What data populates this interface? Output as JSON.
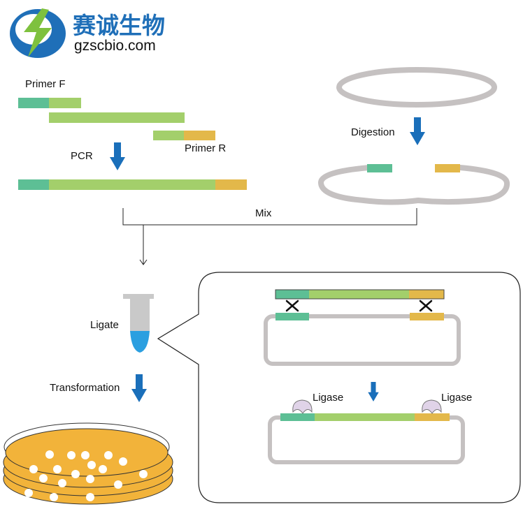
{
  "brand": {
    "name_cn": "赛诚生物",
    "domain": "gzscbio.com"
  },
  "labels": {
    "primer_f": "Primer F",
    "primer_r": "Primer R",
    "pcr": "PCR",
    "digestion": "Digestion",
    "mix": "Mix",
    "ligate": "Ligate",
    "transformation": "Transformation",
    "ligase_left": "Ligase",
    "ligase_right": "Ligase"
  },
  "colors": {
    "teal": "#5dbf95",
    "light_green": "#a3cf6b",
    "gold": "#e3b84a",
    "plasmid_gray": "#c5c1c1",
    "arrow_blue": "#1a6fba",
    "ligase_lilac": "#e0d3e8",
    "plate_fill": "#f2b33a",
    "tube_blue": "#2b9fe0",
    "tube_gray": "#c9c9c9",
    "brand_blue": "#1f6fb8",
    "brand_green": "#7ec13e"
  },
  "icons": {
    "logo": "bolt-swirl-logo",
    "arrow": "down-arrow-icon",
    "tube": "microcentrifuge-tube-icon",
    "ligase": "ligase-enzyme-icon",
    "cross": "cross-mark-icon",
    "plate": "petri-dish-icon"
  }
}
